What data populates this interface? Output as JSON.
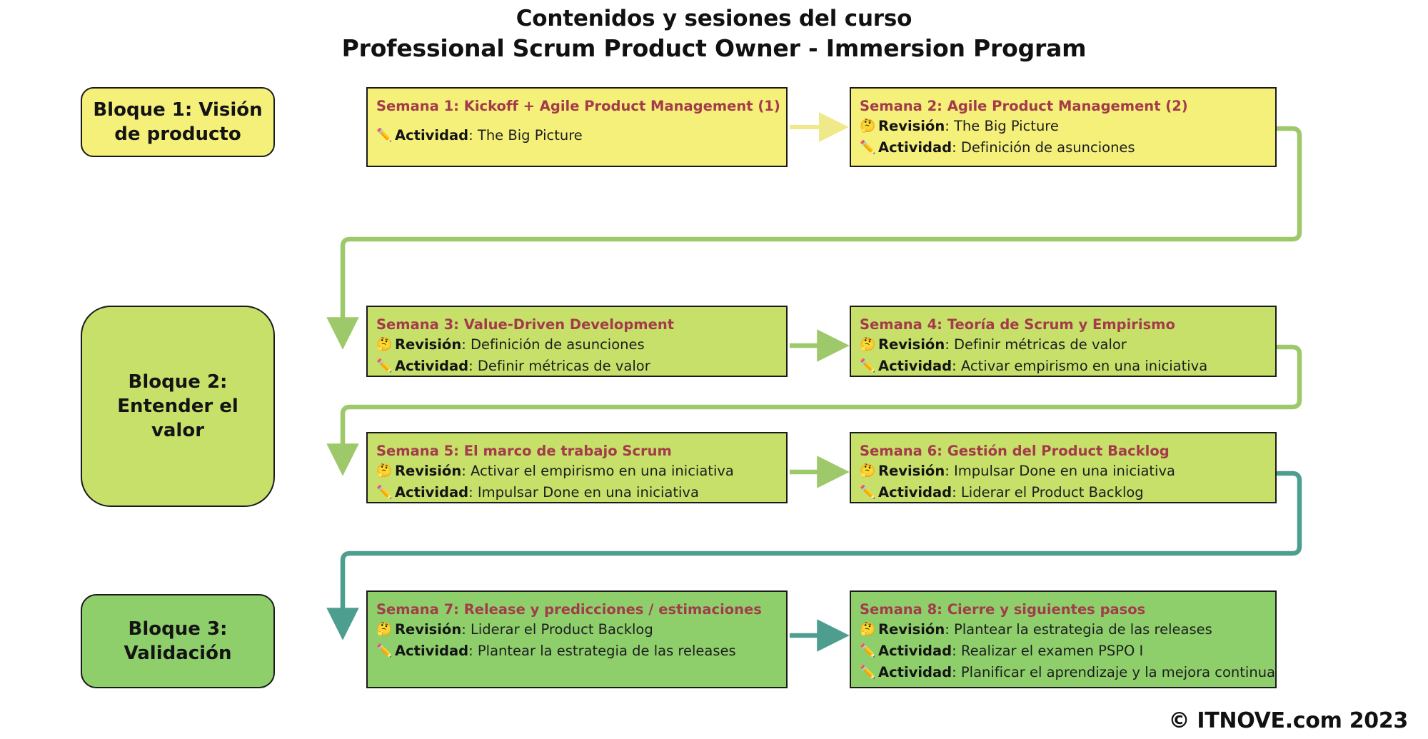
{
  "title": {
    "line1": "Contenidos y sesiones del curso",
    "line2": "Professional Scrum Product Owner - Immersion Program"
  },
  "colors": {
    "block1_fill": "#f5f07a",
    "block2_fill": "#c7e06a",
    "block3_fill": "#8ecf6c",
    "week_title_text": "#a33b4a",
    "border": "#1a1a1a",
    "arrow_yellow": "#efe98a",
    "arrow_lime": "#9dc96a",
    "arrow_teal": "#4d9e8f",
    "page_background": "#ffffff"
  },
  "icons": {
    "revision": "🤔",
    "actividad": "✏️"
  },
  "blocks": [
    {
      "id": "block-1",
      "label_line1": "Bloque 1: Visión",
      "label_line2": "de producto"
    },
    {
      "id": "block-2",
      "label_line1": "Bloque 2:",
      "label_line2": "Entender el",
      "label_line3": "valor"
    },
    {
      "id": "block-3",
      "label_line1": "Bloque 3:",
      "label_line2": "Validación"
    }
  ],
  "weeks": [
    {
      "id": "s1",
      "block": 1,
      "title": "Semana 1: Kickoff + Agile Product Management (1)",
      "lines": [
        {
          "icon": "✏️",
          "label": "Actividad",
          "text": ": The Big Picture"
        }
      ]
    },
    {
      "id": "s2",
      "block": 1,
      "title": "Semana 2: Agile Product Management (2)",
      "lines": [
        {
          "icon": "🤔",
          "label": "Revisión",
          "text": ": The Big Picture"
        },
        {
          "icon": "✏️",
          "label": "Actividad",
          "text": ": Definición de asunciones"
        }
      ]
    },
    {
      "id": "s3",
      "block": 2,
      "title": "Semana 3: Value-Driven Development",
      "lines": [
        {
          "icon": "🤔",
          "label": "Revisión",
          "text": ": Definición de asunciones"
        },
        {
          "icon": "✏️",
          "label": "Actividad",
          "text": ": Definir métricas de valor"
        }
      ]
    },
    {
      "id": "s4",
      "block": 2,
      "title": "Semana 4: Teoría de Scrum y Empirismo",
      "lines": [
        {
          "icon": "🤔",
          "label": "Revisión",
          "text": ": Definir métricas de valor"
        },
        {
          "icon": "✏️",
          "label": "Actividad",
          "text": ": Activar empirismo en una iniciativa"
        }
      ]
    },
    {
      "id": "s5",
      "block": 2,
      "title": "Semana 5: El marco de trabajo Scrum",
      "lines": [
        {
          "icon": "🤔",
          "label": "Revisión",
          "text": ": Activar el empirismo en una iniciativa"
        },
        {
          "icon": "✏️",
          "label": "Actividad",
          "text": ": Impulsar Done en una iniciativa"
        }
      ]
    },
    {
      "id": "s6",
      "block": 2,
      "title": "Semana 6: Gestión del Product Backlog",
      "lines": [
        {
          "icon": "🤔",
          "label": "Revisión",
          "text": ": Impulsar Done en una iniciativa"
        },
        {
          "icon": "✏️",
          "label": "Actividad",
          "text": ": Liderar el Product Backlog"
        }
      ]
    },
    {
      "id": "s7",
      "block": 3,
      "title": "Semana 7: Release y predicciones / estimaciones",
      "lines": [
        {
          "icon": "🤔",
          "label": "Revisión",
          "text": ": Liderar el Product Backlog"
        },
        {
          "icon": "✏️",
          "label": "Actividad",
          "text": ": Plantear la estrategia de las releases"
        }
      ]
    },
    {
      "id": "s8",
      "block": 3,
      "title": "Semana 8: Cierre y siguientes pasos",
      "lines": [
        {
          "icon": "🤔",
          "label": "Revisión",
          "text": ": Plantear la estrategia de las releases"
        },
        {
          "icon": "✏️",
          "label": "Actividad",
          "text": ": Realizar el examen PSPO I"
        },
        {
          "icon": "✏️",
          "label": "Actividad",
          "text": ": Planificar el aprendizaje y la mejora continua"
        }
      ]
    }
  ],
  "footer": {
    "copyright": "© ITNOVE.com 2023"
  }
}
